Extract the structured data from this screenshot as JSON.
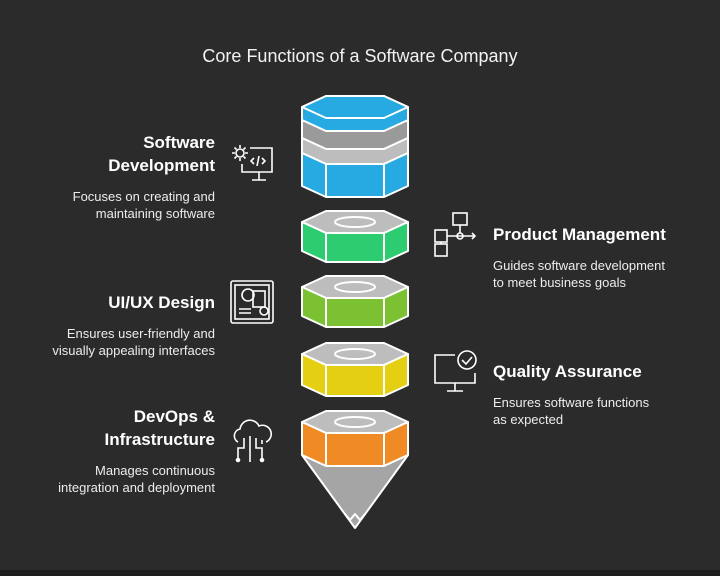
{
  "title": "Core Functions of a Software Company",
  "layers": [
    {
      "name": "Software Development",
      "name_lines": [
        "Software",
        "Development"
      ],
      "desc_lines": [
        "Focuses on creating and",
        "maintaining software"
      ],
      "color": "#27a9e1",
      "icon": "gear-code-monitor-icon"
    },
    {
      "name": "Product Management",
      "name_lines": [
        "Product Management"
      ],
      "desc_lines": [
        "Guides software development",
        "to meet business goals"
      ],
      "color": "#2ecc71",
      "icon": "workflow-icon"
    },
    {
      "name": "UI/UX Design",
      "name_lines": [
        "UI/UX Design"
      ],
      "desc_lines": [
        "Ensures user-friendly and",
        "visually appealing interfaces"
      ],
      "color": "#7cc132",
      "icon": "design-layout-icon"
    },
    {
      "name": "Quality Assurance",
      "name_lines": [
        "Quality Assurance"
      ],
      "desc_lines": [
        "Ensures software functions",
        "as expected"
      ],
      "color": "#e5cf12",
      "icon": "monitor-check-icon"
    },
    {
      "name": "DevOps & Infrastructure",
      "name_lines": [
        "DevOps &",
        "Infrastructure"
      ],
      "desc_lines": [
        "Manages continuous",
        "integration and deployment"
      ],
      "color": "#f08a24",
      "icon": "cloud-network-icon"
    }
  ],
  "colors": {
    "background": "#2b2b2b",
    "nut_gray_light": "#bdbdbd",
    "nut_gray_dark": "#8a8a8a",
    "outline": "#ffffff"
  }
}
